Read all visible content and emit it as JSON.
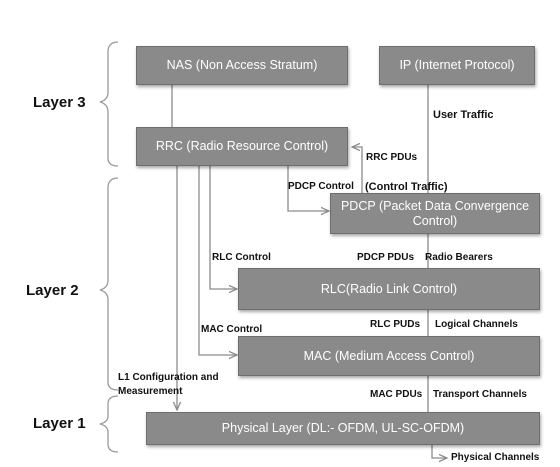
{
  "layers": {
    "layer3": "Layer 3",
    "layer2": "Layer 2",
    "layer1": "Layer 1"
  },
  "blocks": {
    "nas": "NAS (Non Access Stratum)",
    "ip": "IP (Internet Protocol)",
    "rrc": "RRC (Radio Resource Control)",
    "pdcp_line1": "PDCP (Packet Data Convergence",
    "pdcp_line2": "Control)",
    "rlc": "RLC(Radio Link Control)",
    "mac": "MAC (Medium Access Control)",
    "phy": "Physical Layer (DL:- OFDM, UL-SC-OFDM)"
  },
  "labels": {
    "user_traffic": "User Traffic",
    "rrc_pdus": "RRC PDUs",
    "pdcp_control": "PDCP Control",
    "control_traffic": "(Control Traffic)",
    "rlc_control": "RLC Control",
    "pdcp_pdus": "PDCP PDUs",
    "radio_bearers": "Radio Bearers",
    "mac_control": "MAC Control",
    "rlc_puds": "RLC PUDs",
    "logical_channels": "Logical Channels",
    "l1_config_line1": "L1 Configuration and",
    "l1_config_line2": "Measurement",
    "mac_pdus": "MAC PDUs",
    "transport_channels": "Transport Channels",
    "physical_channels": "Physical Channels"
  },
  "colors": {
    "block_fill": "#8a8a8a",
    "line": "#8c8c8c",
    "text": "#111111"
  }
}
